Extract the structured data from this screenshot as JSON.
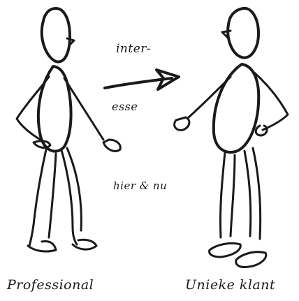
{
  "diagram": {
    "arrow_label_top": "inter-",
    "arrow_label_bottom": "esse",
    "middle_note": "hier & nu",
    "left_figure_label": "Professional",
    "right_figure_label": "Unieke klant"
  }
}
